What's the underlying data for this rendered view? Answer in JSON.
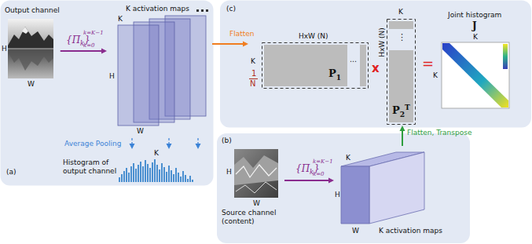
{
  "diagram": {
    "nodes": [
      {
        "text": [
          "(a)"
        ]
      },
      {
        "text": [
          "Output channel",
          "H",
          "W"
        ],
        "in": 0
      },
      {
        "text": [
          "K activation maps",
          "K",
          "H",
          "W"
        ],
        "in": 0
      },
      {
        "text": [
          "Histogram of output channel",
          "K"
        ],
        "in": 0
      },
      {
        "text": [
          "(c)"
        ]
      },
      {
        "text": [
          "HxW (N)",
          "K",
          "P1",
          "⋯"
        ],
        "in": 4
      },
      {
        "text": [
          "K",
          "HxW (N)",
          "P2T",
          "⋮"
        ],
        "in": 4
      },
      {
        "text": [
          "Joint histogram",
          "J",
          "K",
          "K"
        ],
        "in": 4
      },
      {
        "text": [
          "(b)"
        ]
      },
      {
        "text": [
          "Source channel (content)",
          "H",
          "W"
        ],
        "in": 8
      },
      {
        "text": [
          "K activation maps",
          "K",
          "H",
          "W"
        ],
        "in": 8
      }
    ],
    "edges": [
      {
        "from": 1,
        "to": 2,
        "arrow": "to",
        "label": "{Πk}"
      },
      {
        "from": 2,
        "to": 3,
        "arrow": "to",
        "label": "Average Pooling"
      },
      {
        "from": 2,
        "to": 5,
        "arrow": "to",
        "label": "Flatten"
      },
      {
        "from": 9,
        "to": 10,
        "arrow": "to",
        "label": "{Πk}"
      },
      {
        "from": 10,
        "to": 6,
        "arrow": "to",
        "label": "Flatten, Transpose"
      }
    ],
    "labels": [
      "k=K−1",
      "k=0",
      "k=K−1",
      "k=0",
      "1",
      "N",
      "x",
      "="
    ]
  }
}
